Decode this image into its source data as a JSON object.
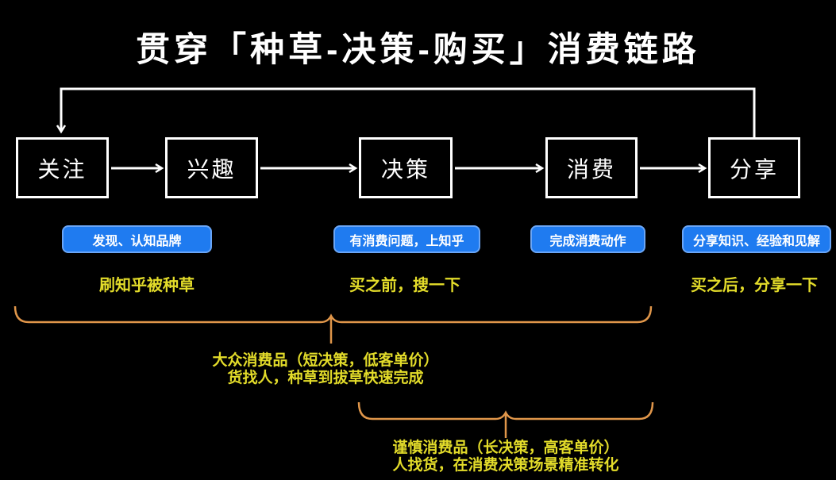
{
  "title": "贯穿「种草-决策-购买」消费链路",
  "flow": {
    "stages": [
      {
        "label": "关注"
      },
      {
        "label": "兴趣"
      },
      {
        "label": "决策"
      },
      {
        "label": "消费"
      },
      {
        "label": "分享"
      }
    ]
  },
  "badges": [
    {
      "label": "发现、认知品牌"
    },
    {
      "label": "有消费问题，上知乎"
    },
    {
      "label": "完成消费动作"
    },
    {
      "label": "分享知识、经验和见解"
    }
  ],
  "annotations": [
    {
      "text": "刷知乎被种草"
    },
    {
      "text": "买之前，搜一下"
    },
    {
      "text": "买之后，分享一下"
    }
  ],
  "segments": [
    {
      "line1": "大众消费品（短决策，低客单价）",
      "line2": "货找人，种草到拔草快速完成"
    },
    {
      "line1": "谨慎消费品（长决策，高客单价）",
      "line2": "人找货，在消费决策场景精准转化"
    }
  ],
  "colors": {
    "background": "#000000",
    "line_white": "#ffffff",
    "badge_blue": "#1f7bf0",
    "badge_border_blue": "#6ba6f6",
    "annotation_yellow": "#e3dc2a",
    "brace_orange": "#e0964a"
  }
}
